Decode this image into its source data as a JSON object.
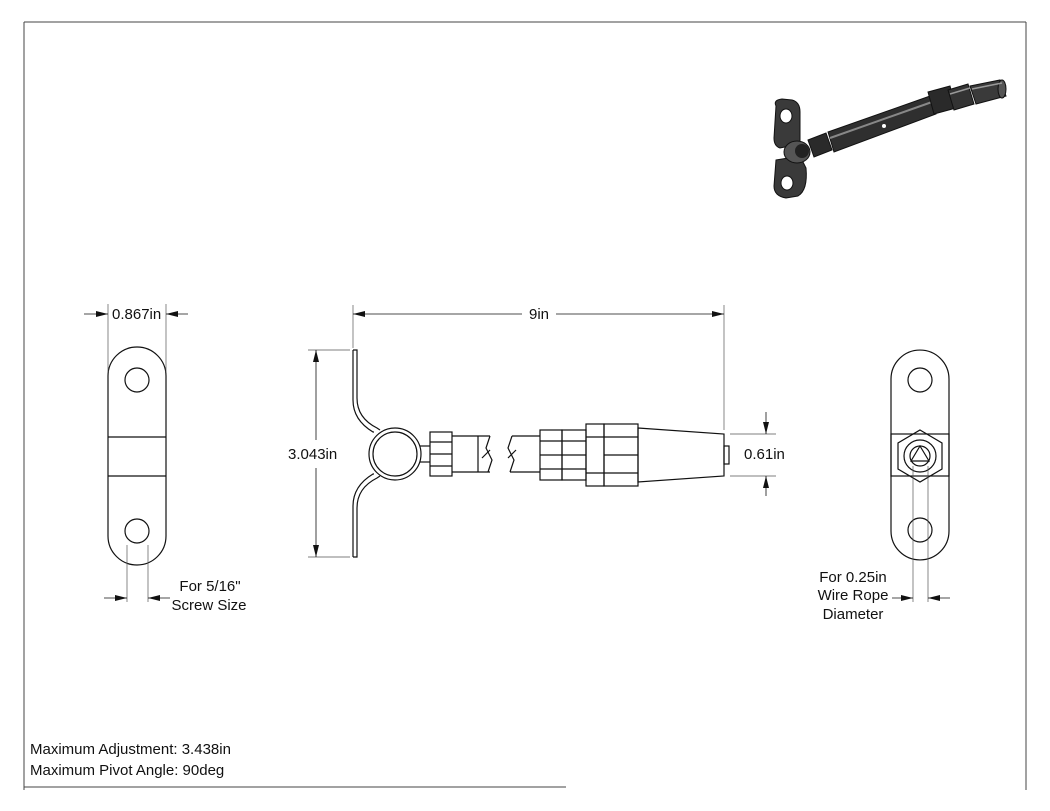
{
  "dimensions": {
    "width": "0.867in",
    "length": "9in",
    "height": "3.043in",
    "diameter": "0.61in"
  },
  "callouts": {
    "screw_line1": "For 5/16\"",
    "screw_line2": "Screw Size",
    "rope_line1": "For 0.25in",
    "rope_line2": "Wire Rope",
    "rope_line3": "Diameter"
  },
  "notes": {
    "max_adjustment": "Maximum Adjustment: 3.438in",
    "max_pivot": "Maximum Pivot Angle: 90deg"
  }
}
